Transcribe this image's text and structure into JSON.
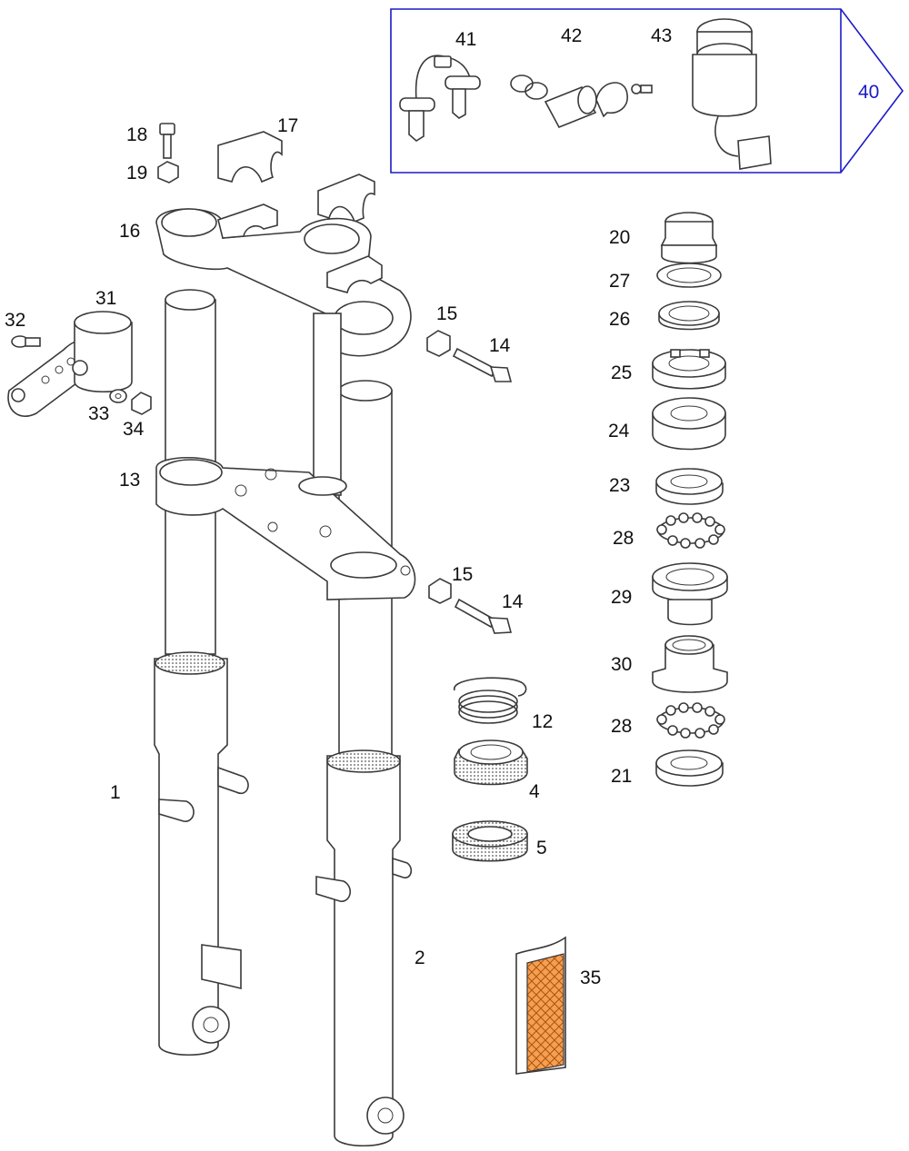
{
  "colors": {
    "line": "#3a3a3a",
    "kit_box": "#1a1ac8",
    "orange_pad": "#e07820"
  },
  "callouts": {
    "c1": "1",
    "c2": "2",
    "c4": "4",
    "c5": "5",
    "c12": "12",
    "c13": "13",
    "c14a": "14",
    "c14b": "14",
    "c15a": "15",
    "c15b": "15",
    "c16": "16",
    "c17": "17",
    "c18": "18",
    "c19": "19",
    "c20": "20",
    "c21": "21",
    "c23": "23",
    "c24": "24",
    "c25": "25",
    "c26": "26",
    "c27": "27",
    "c28a": "28",
    "c28b": "28",
    "c29": "29",
    "c30": "30",
    "c31": "31",
    "c32": "32",
    "c33": "33",
    "c34": "34",
    "c35": "35",
    "c40": "40",
    "c41": "41",
    "c42": "42",
    "c43": "43"
  }
}
